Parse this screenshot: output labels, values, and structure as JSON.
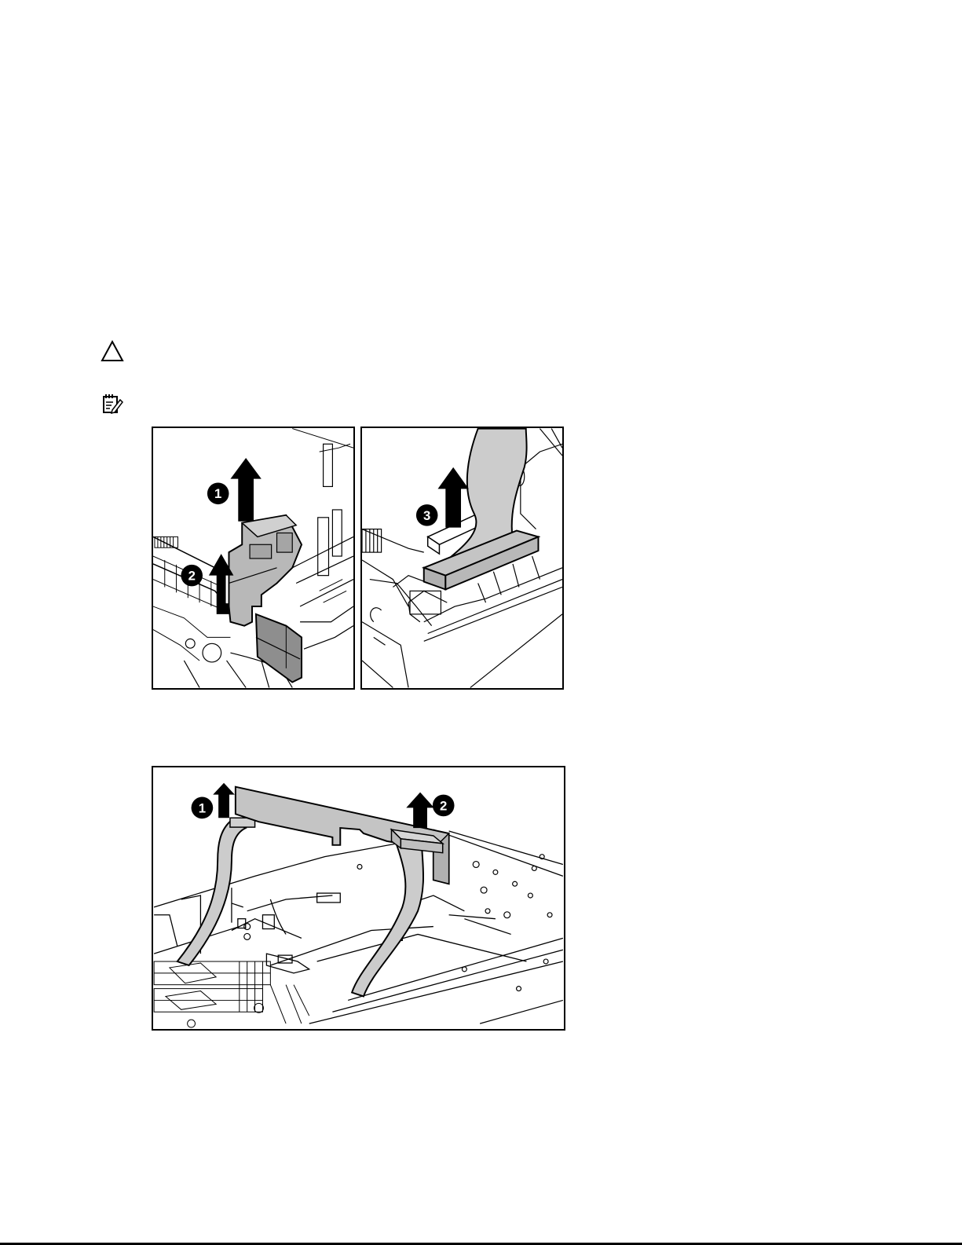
{
  "icons": {
    "caution": "caution-triangle-icon",
    "note": "note-pad-icon"
  },
  "figure_1": {
    "left_panel": {
      "callouts": [
        "1",
        "2"
      ]
    },
    "right_panel": {
      "callouts": [
        "3"
      ]
    }
  },
  "figure_2": {
    "callouts": [
      "1",
      "2"
    ]
  },
  "colors": {
    "cable": "#cccccc",
    "bracket": "#b8b8b8",
    "bracket_dark": "#8e8e8e",
    "line": "#000000"
  }
}
